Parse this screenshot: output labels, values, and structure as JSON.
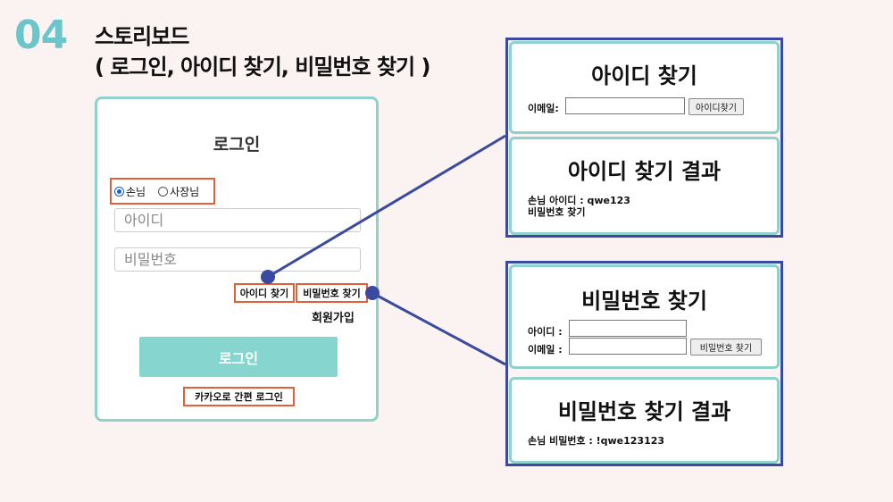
{
  "slide": {
    "number": "04",
    "title_line1": "스토리보드",
    "title_line2": "( 로그인, 아이디 찾기, 비밀번호 찾기 )"
  },
  "login": {
    "heading": "로그인",
    "roles": [
      {
        "label": "손님",
        "selected": true
      },
      {
        "label": "사장님",
        "selected": false
      }
    ],
    "id_placeholder": "아이디",
    "password_placeholder": "비밀번호",
    "find_id_label": "아이디 찾기",
    "find_password_label": "비밀번호 찾기",
    "signup_label": "회원가입",
    "login_button": "로그인",
    "kakao_label": "카카오로 간편 로그인"
  },
  "find_id": {
    "title": "아이디 찾기",
    "email_label": "이메일:",
    "email_value": "",
    "button_label": "아이디찾기",
    "result_title": "아이디 찾기 결과",
    "result_line1": "손님 아이디 : qwe123",
    "result_line2": "비밀번호 찾기"
  },
  "find_password": {
    "title": "비밀번호 찾기",
    "id_label": "아이디 :",
    "email_label": "이메일 :",
    "id_value": "",
    "email_value": "",
    "button_label": "비밀번호 찾기",
    "result_title": "비밀번호 찾기 결과",
    "result_line1": "손님 비밀번호 : !qwe123123"
  },
  "colors": {
    "accent_teal": "#6cc5c8",
    "card_border": "#8fd2cc",
    "highlight_box": "#e0603a",
    "connector": "#3a4aa0",
    "login_button": "#86d6cf"
  }
}
